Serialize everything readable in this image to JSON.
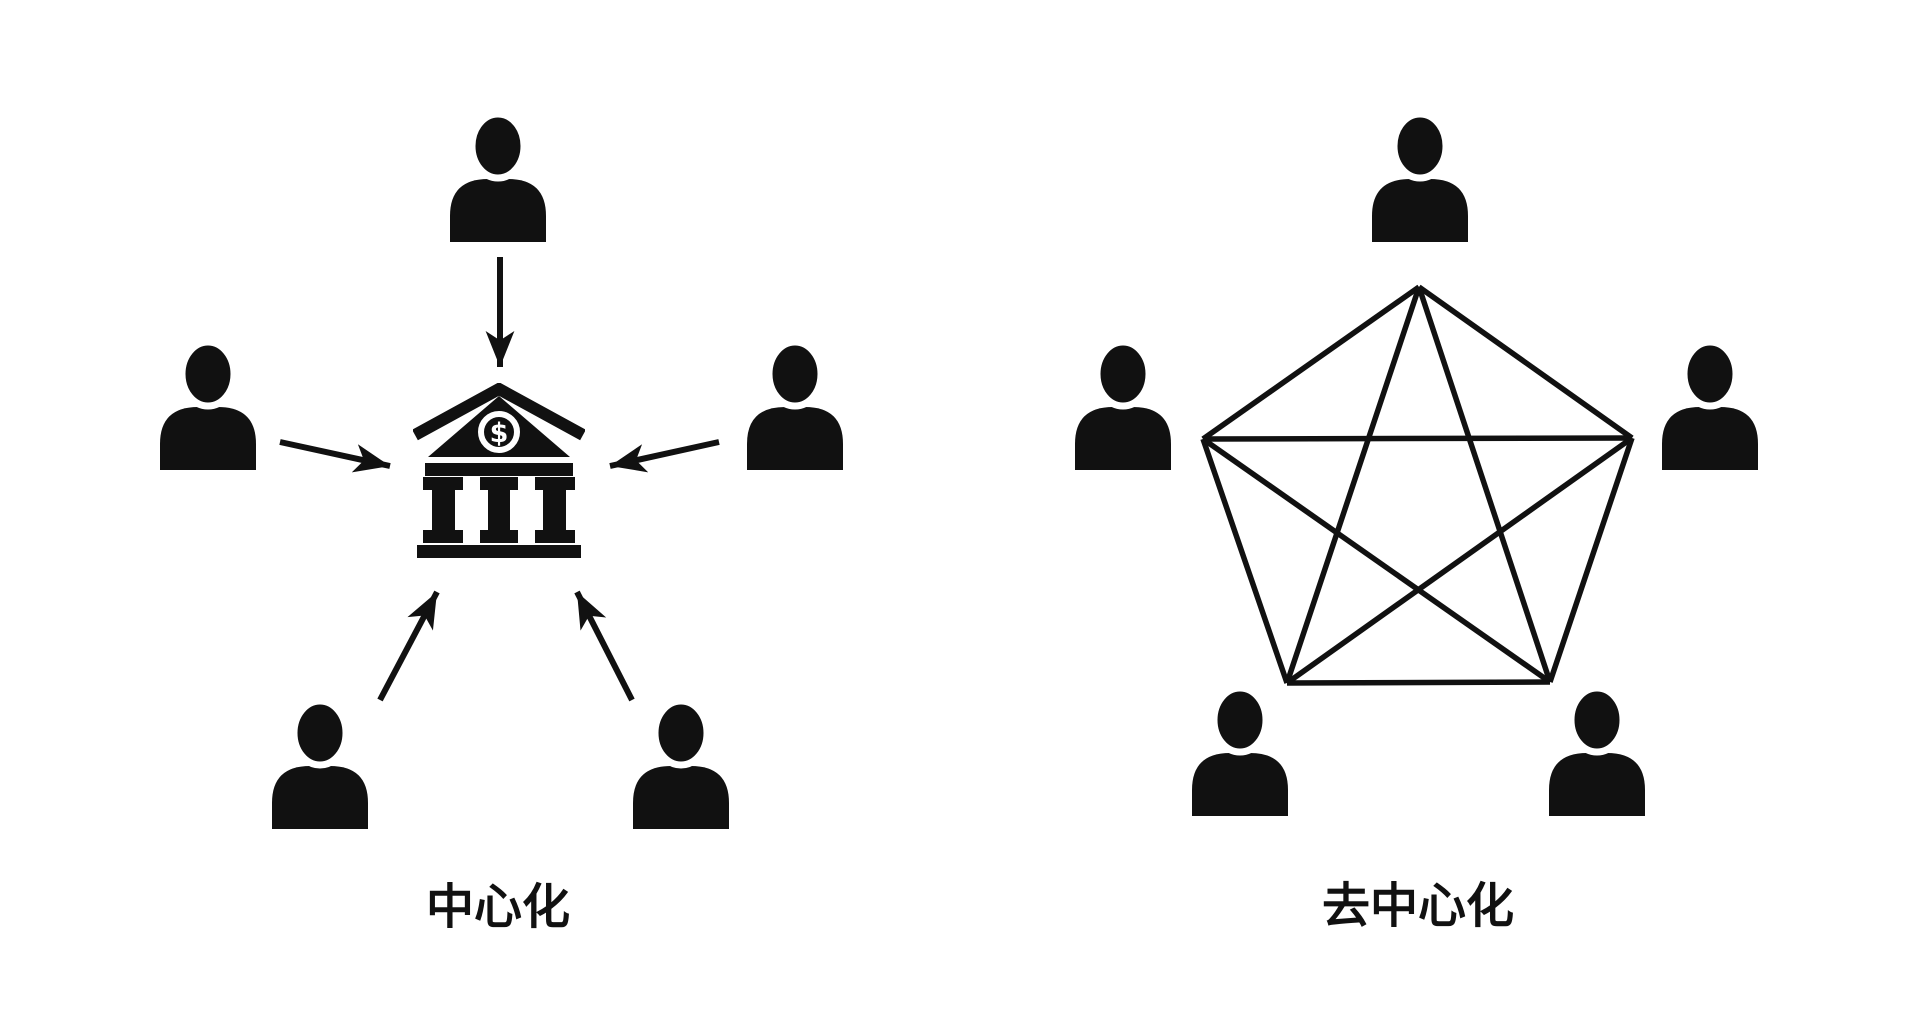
{
  "colors": {
    "background": "#ffffff",
    "ink": "#111111"
  },
  "panels": {
    "centralized": {
      "label": "中心化",
      "type": "centralized",
      "user_count": 5,
      "hub": "bank",
      "bank_symbol": "$",
      "connections": "five arrows pointing from each user into the central bank"
    },
    "decentralized": {
      "label": "去中心化",
      "type": "decentralized",
      "user_count": 5,
      "topology": "full-mesh pentagon (every node connected to every other node)"
    }
  }
}
